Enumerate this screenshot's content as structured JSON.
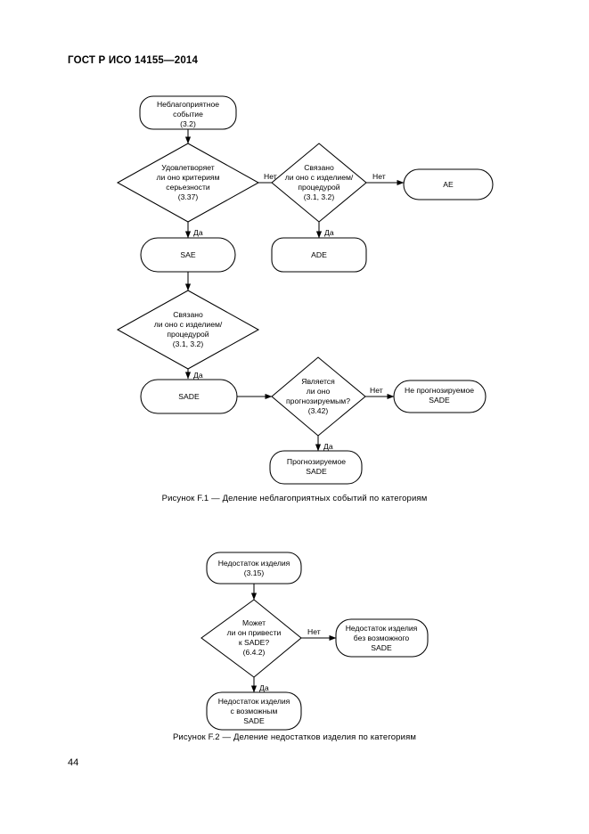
{
  "document": {
    "header": "ГОСТ Р ИСО 14155—2014",
    "page_number": "44"
  },
  "figures": [
    {
      "id": "F.1",
      "caption": "Рисунок F.1 — Деление неблагоприятных событий по категориям",
      "nodes": {
        "start": {
          "lines": [
            "Неблагоприятное",
            "событие",
            "(3.2)"
          ]
        },
        "decision_serious": {
          "lines": [
            "Удовлетворяет",
            "ли оно критериям",
            "серьезности",
            "(3.37)"
          ]
        },
        "decision_related_top": {
          "lines": [
            "Связано",
            "ли оно с изделием/",
            "процедурой",
            "(3.1, 3.2)"
          ]
        },
        "ae": {
          "lines": [
            "AE"
          ]
        },
        "sae": {
          "lines": [
            "SAE"
          ]
        },
        "ade": {
          "lines": [
            "ADE"
          ]
        },
        "decision_related_mid": {
          "lines": [
            "Связано",
            "ли оно с изделием/",
            "процедурой",
            "(3.1, 3.2)"
          ]
        },
        "sade": {
          "lines": [
            "SADE"
          ]
        },
        "decision_anticipated": {
          "lines": [
            "Является",
            "ли оно",
            "прогнозируемым?",
            "(3.42)"
          ]
        },
        "unanticipated_sade": {
          "lines": [
            "Не прогнозируемое",
            "SADE"
          ]
        },
        "anticipated_sade": {
          "lines": [
            "Прогнозируемое",
            "SADE"
          ]
        }
      },
      "edge_labels": {
        "serious_no": "Нет",
        "serious_yes": "Да",
        "related_top_no": "Нет",
        "related_top_yes": "Да",
        "related_mid_yes": "Да",
        "anticipated_no": "Нет",
        "anticipated_yes": "Да"
      }
    },
    {
      "id": "F.2",
      "caption": "Рисунок F.2 — Деление недостатков изделия по категориям",
      "nodes": {
        "start": {
          "lines": [
            "Недостаток изделия",
            "(3.15)"
          ]
        },
        "decision_lead_sade": {
          "lines": [
            "Может",
            "ли он привести",
            "к SADE?",
            "(6.4.2)"
          ]
        },
        "deficiency_without": {
          "lines": [
            "Недостаток изделия",
            "без возможного",
            "SADE"
          ]
        },
        "deficiency_with": {
          "lines": [
            "Недостаток изделия",
            "с возможным",
            "SADE"
          ]
        }
      },
      "edge_labels": {
        "lead_no": "Нет",
        "lead_yes": "Да"
      }
    }
  ],
  "colors": {
    "stroke": "#000000",
    "fill": "#ffffff",
    "text": "#000000"
  }
}
